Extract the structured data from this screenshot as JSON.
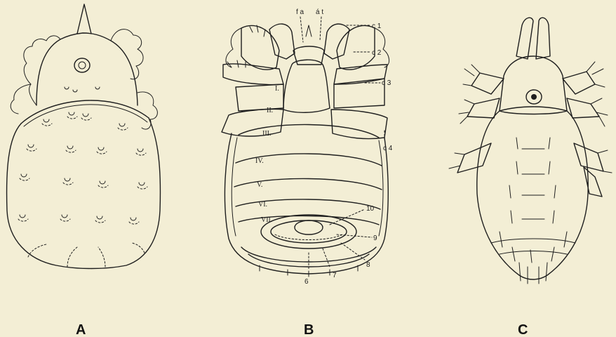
{
  "figures": [
    {
      "id": "A",
      "label": "A"
    },
    {
      "id": "B",
      "label": "B"
    },
    {
      "id": "C",
      "label": "C"
    }
  ],
  "fig_b_labels": {
    "fa": "f a",
    "at": "á t",
    "c1": "c 1",
    "c2": "c 2",
    "c3": "c 3",
    "c4": "c 4",
    "n10": "10",
    "n9": "9",
    "n8": "8",
    "n7": "7",
    "n6": "6"
  },
  "fig_b_segments": [
    "I.",
    "II.",
    "III.",
    "IV.",
    "V.",
    "VI.",
    "VII."
  ],
  "colors": {
    "paper": "#f3eed5",
    "ink": "#1e1e1e"
  }
}
